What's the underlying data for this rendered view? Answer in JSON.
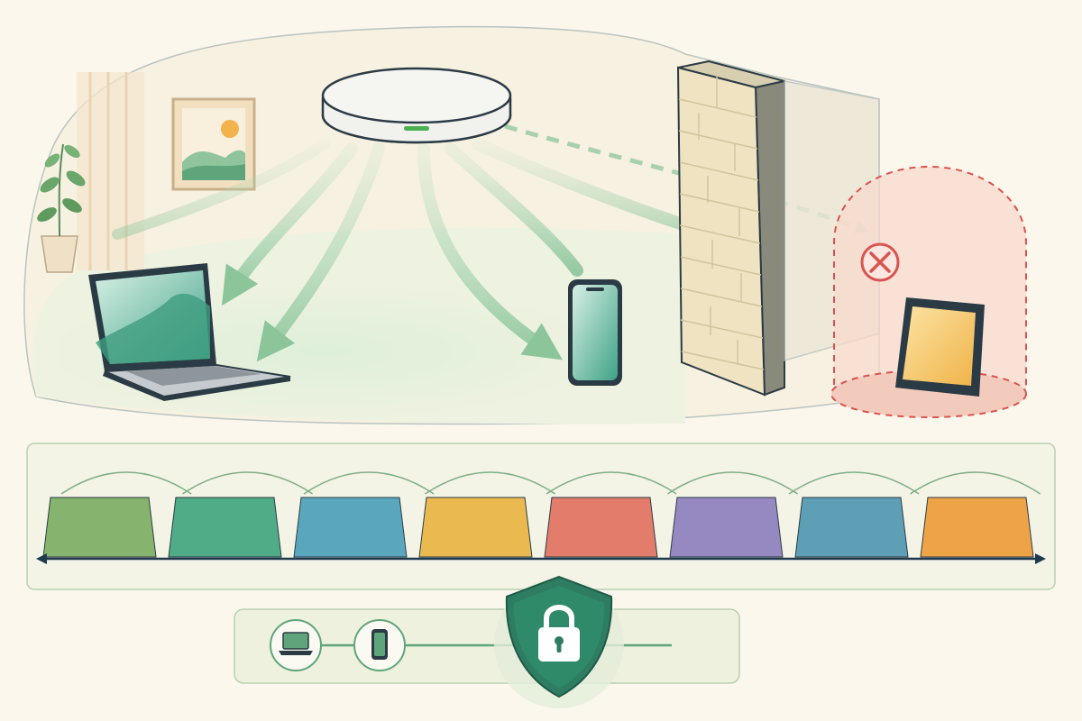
{
  "scene": {
    "access_point": {
      "status_light": "#4caf50"
    },
    "connected_devices": [
      {
        "name": "laptop",
        "icon": "laptop-icon",
        "status": "connected"
      },
      {
        "name": "phone",
        "icon": "phone-icon",
        "status": "connected"
      }
    ],
    "blocked_device": {
      "name": "tablet",
      "icon": "tablet-icon",
      "status": "blocked",
      "marker_icon": "x-circle-icon"
    },
    "wall": {
      "icon": "brick-wall-icon"
    }
  },
  "channel_band": {
    "channel_count": 8,
    "channel_colors": [
      "#86b46e",
      "#4fac86",
      "#5aa7bd",
      "#eab950",
      "#e37c6a",
      "#9688c1",
      "#5e9fb6",
      "#eea346"
    ],
    "overlap_arcs": 8,
    "axis": "double-arrow"
  },
  "security_bar": {
    "devices": [
      {
        "icon": "laptop-icon"
      },
      {
        "icon": "phone-icon"
      }
    ],
    "shield_icon": "lock-shield-icon"
  },
  "colors": {
    "signal_green": "#8dc79a",
    "blocked_red": "#d9534f",
    "shield_green": "#2e7d62",
    "outline": "#2b3b45"
  }
}
